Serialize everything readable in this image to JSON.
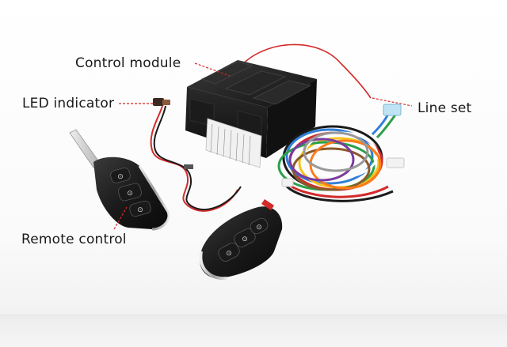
{
  "labels": {
    "control_module": "Control module",
    "led_indicator": "LED indicator",
    "line_set": "Line set",
    "remote_control": "Remote control"
  },
  "colors": {
    "background": "#ffffff",
    "module_body": "#1c1c1c",
    "red_wire": "#d42a2a",
    "black_wire": "#1a1a1a",
    "remote_body": "#222222",
    "chrome": "#c8c8c8"
  }
}
